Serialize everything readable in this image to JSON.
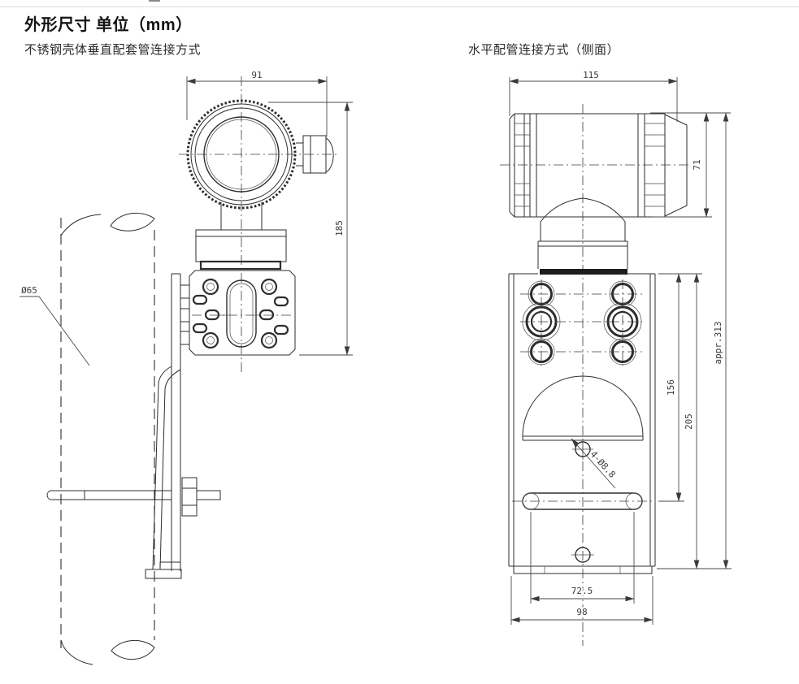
{
  "page": {
    "title": "外形尺寸 单位（mm）",
    "views": {
      "left": {
        "caption": "不锈钢壳体垂直配套管连接方式",
        "dims": {
          "top_width": "91",
          "height": "185",
          "pipe_dia": "Ø65"
        }
      },
      "right": {
        "caption": "水平配管连接方式（侧面）",
        "dims": {
          "top_width": "115",
          "housing_dia": "71",
          "overall_height": "appr.313",
          "top_to_slot": "156",
          "bracket_height": "205",
          "slot_span": "72.5",
          "bracket_width": "98",
          "holes": "4-Ø8.8"
        }
      }
    }
  }
}
